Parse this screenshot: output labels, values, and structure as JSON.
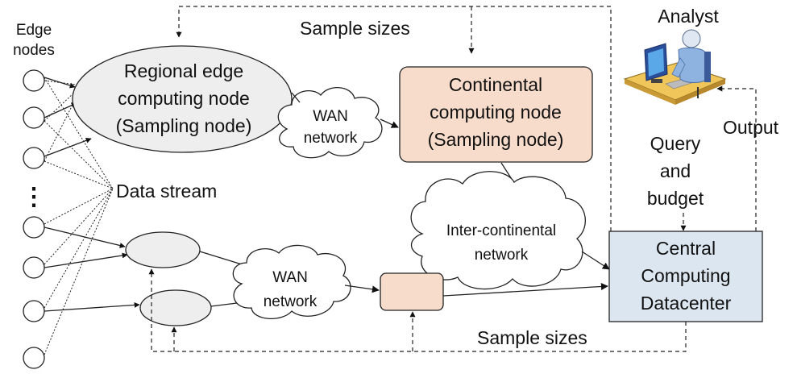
{
  "labels": {
    "edge_nodes_line1": "Edge",
    "edge_nodes_line2": "nodes",
    "vertical_ellipsis": "⋮",
    "regional_line1": "Regional edge",
    "regional_line2": "computing node",
    "regional_line3": "(Sampling node)",
    "wan_top_line1": "WAN",
    "wan_top_line2": "network",
    "continental_line1": "Continental",
    "continental_line2": "computing node",
    "continental_line3": "(Sampling node)",
    "sample_sizes_top": "Sample sizes",
    "analyst": "Analyst",
    "query_line1": "Query",
    "query_line2": "and",
    "query_line3": "budget",
    "output": "Output",
    "data_stream": "Data stream",
    "inter_line1": "Inter-continental",
    "inter_line2": "network",
    "wan_bottom_line1": "WAN",
    "wan_bottom_line2": "network",
    "central_line1": "Central",
    "central_line2": "Computing",
    "central_line3": "Datacenter",
    "sample_sizes_bottom": "Sample sizes"
  },
  "colors": {
    "ellipse_fill": "#eeeeee",
    "continental_fill": "#f8dccb",
    "central_fill": "#dce6f0",
    "line": "#222222"
  },
  "icons": {
    "analyst": "analyst-at-computer-icon"
  }
}
